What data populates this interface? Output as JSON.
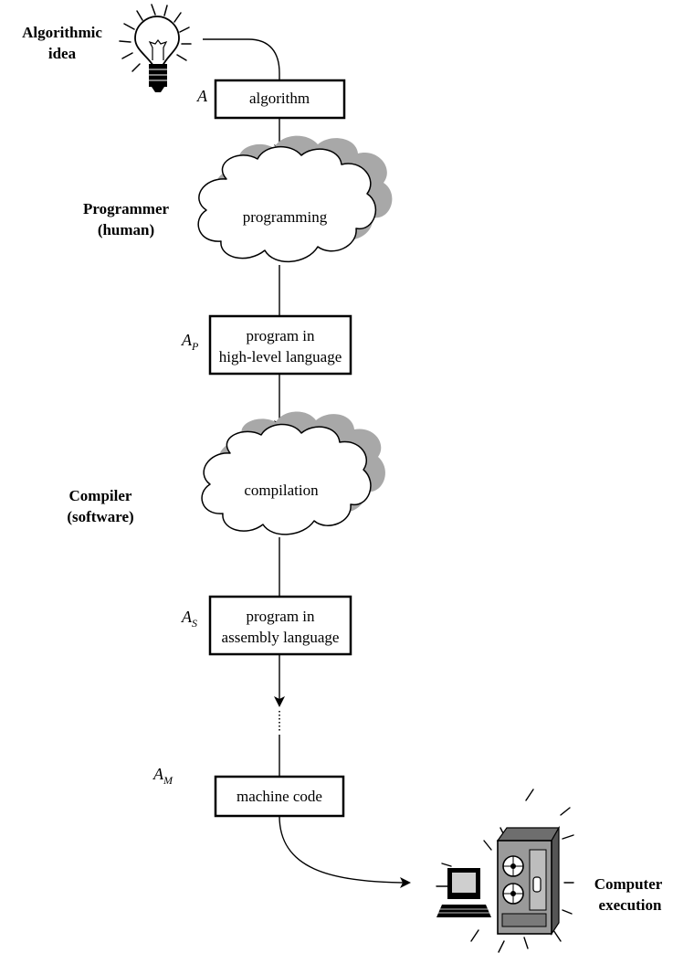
{
  "idea": {
    "label_line1": "Algorithmic",
    "label_line2": "idea",
    "icon": "lightbulb-icon"
  },
  "programmer": {
    "line1": "Programmer",
    "line2": "(human)"
  },
  "compiler": {
    "line1": "Compiler",
    "line2": "(software)"
  },
  "computer": {
    "line1": "Computer",
    "line2": "execution",
    "icon": "computer-icon"
  },
  "box_algorithm": {
    "symbol": "A",
    "subscript": "",
    "line1": "algorithm"
  },
  "cloud_programming": {
    "text": "programming"
  },
  "box_highlevel": {
    "symbol": "A",
    "subscript": "P",
    "line1": "program in",
    "line2": "high-level language"
  },
  "cloud_compilation": {
    "text": "compilation"
  },
  "box_assembly": {
    "symbol": "A",
    "subscript": "S",
    "line1": "program in",
    "line2": "assembly language"
  },
  "box_machine": {
    "symbol": "A",
    "subscript": "M",
    "line1": "machine code"
  },
  "colors": {
    "ink": "#000000",
    "cloud_shadow": "#a8a8a8",
    "machine_gray": "#9a9a9a",
    "screen_gray": "#cfcfcf"
  }
}
